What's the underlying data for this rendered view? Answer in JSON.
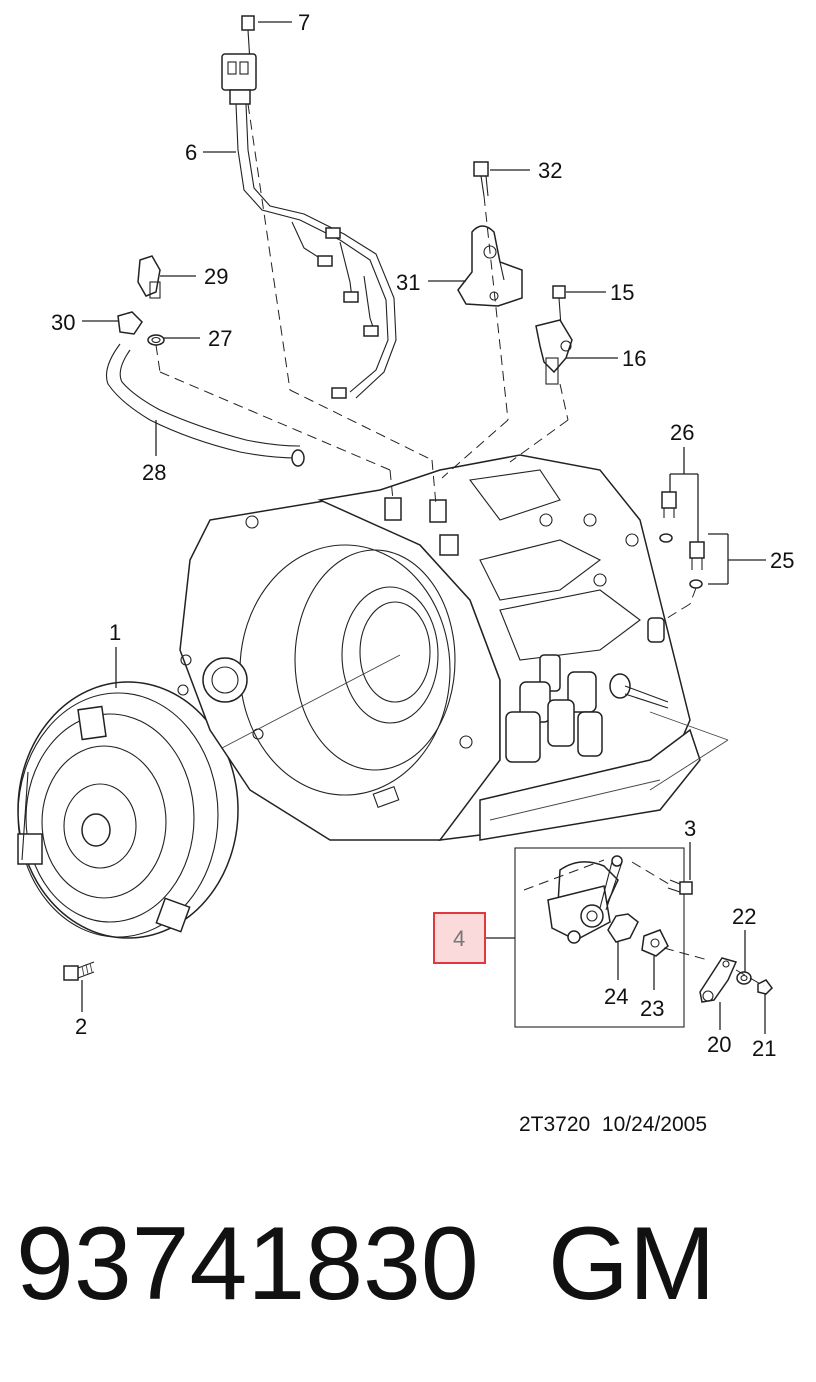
{
  "callouts": {
    "c1": "1",
    "c2": "2",
    "c3": "3",
    "c4": "4",
    "c6": "6",
    "c7": "7",
    "c15": "15",
    "c16": "16",
    "c20": "20",
    "c21": "21",
    "c22": "22",
    "c23": "23",
    "c24": "24",
    "c25": "25",
    "c26": "26",
    "c27": "27",
    "c28": "28",
    "c29": "29",
    "c30": "30",
    "c31": "31",
    "c32": "32"
  },
  "highlighted_callout": "4",
  "colors": {
    "highlight_border": "#e0383e",
    "highlight_fill": "#fbdadb"
  },
  "drawing_reference": "2T3720  10/24/2005",
  "part_number": "93741830",
  "brand": "GM"
}
